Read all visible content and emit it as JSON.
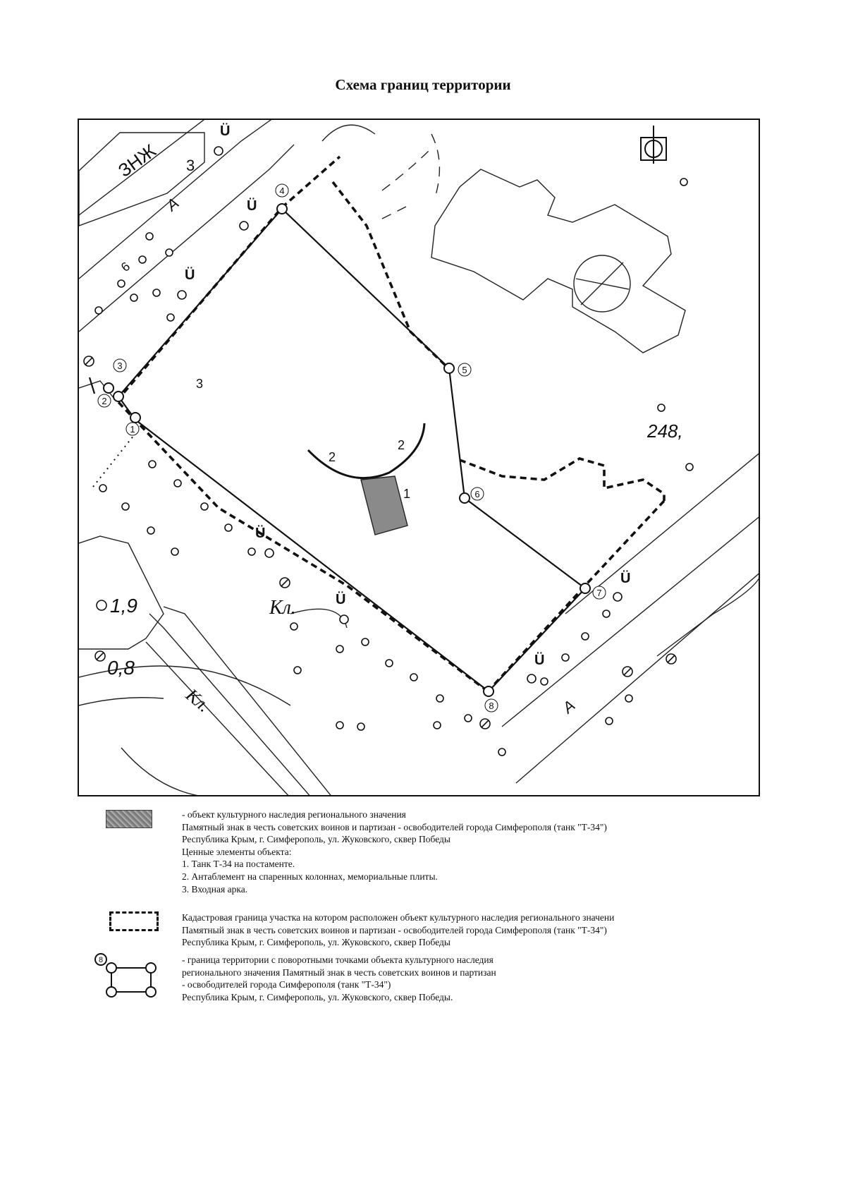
{
  "title": "Схема границ территории",
  "map": {
    "labels": {
      "building_znzh": "ЗНЖ",
      "building_num": "3",
      "street_a_top": "А",
      "street_a_bottom": "А",
      "num_6": "6",
      "num_248": "248,",
      "num_19": "1,9",
      "num_08": "0,8",
      "kl_1": "Кл.",
      "kl_2": "Кл.",
      "element_1": "1",
      "element_2a": "2",
      "element_2b": "2",
      "element_3": "3",
      "lamp_symbol": "Ü"
    },
    "boundary_points": [
      "1",
      "2",
      "3",
      "4",
      "5",
      "6",
      "7",
      "8"
    ]
  },
  "legend": {
    "heritage_object": [
      "- объект культурного наследия регионального значения",
      "Памятный знак в честь советских воинов и партизан - освободителей города Симферополя (танк \"Т-34\")",
      "Республика Крым, г. Симферополь, ул. Жуковского, сквер Победы",
      "Ценные элементы объекта:",
      "1. Танк Т-34 на постаменте.",
      "2. Антаблемент на спаренных колоннах, мемориальные плиты.",
      "3. Входная арка."
    ],
    "cadastral_boundary": [
      "Кадастровая граница участка на котором расположен объект культурного наследия регионального значени",
      "Памятный знак в честь советских воинов и партизан - освободителей города Симферополя (танк \"Т-34\")",
      "Республика Крым, г. Симферополь, ул. Жуковского, сквер Победы"
    ],
    "territory_boundary": [
      "- граница территории с поворотными точками объекта культурного наследия",
      "регионального значения Памятный знак в честь советских воинов и партизан",
      "- освободителей города Симферополя (танк \"Т-34\")",
      "Республика Крым, г. Симферополь, ул. Жуковского, сквер Победы."
    ],
    "point_sample_label": "8"
  }
}
